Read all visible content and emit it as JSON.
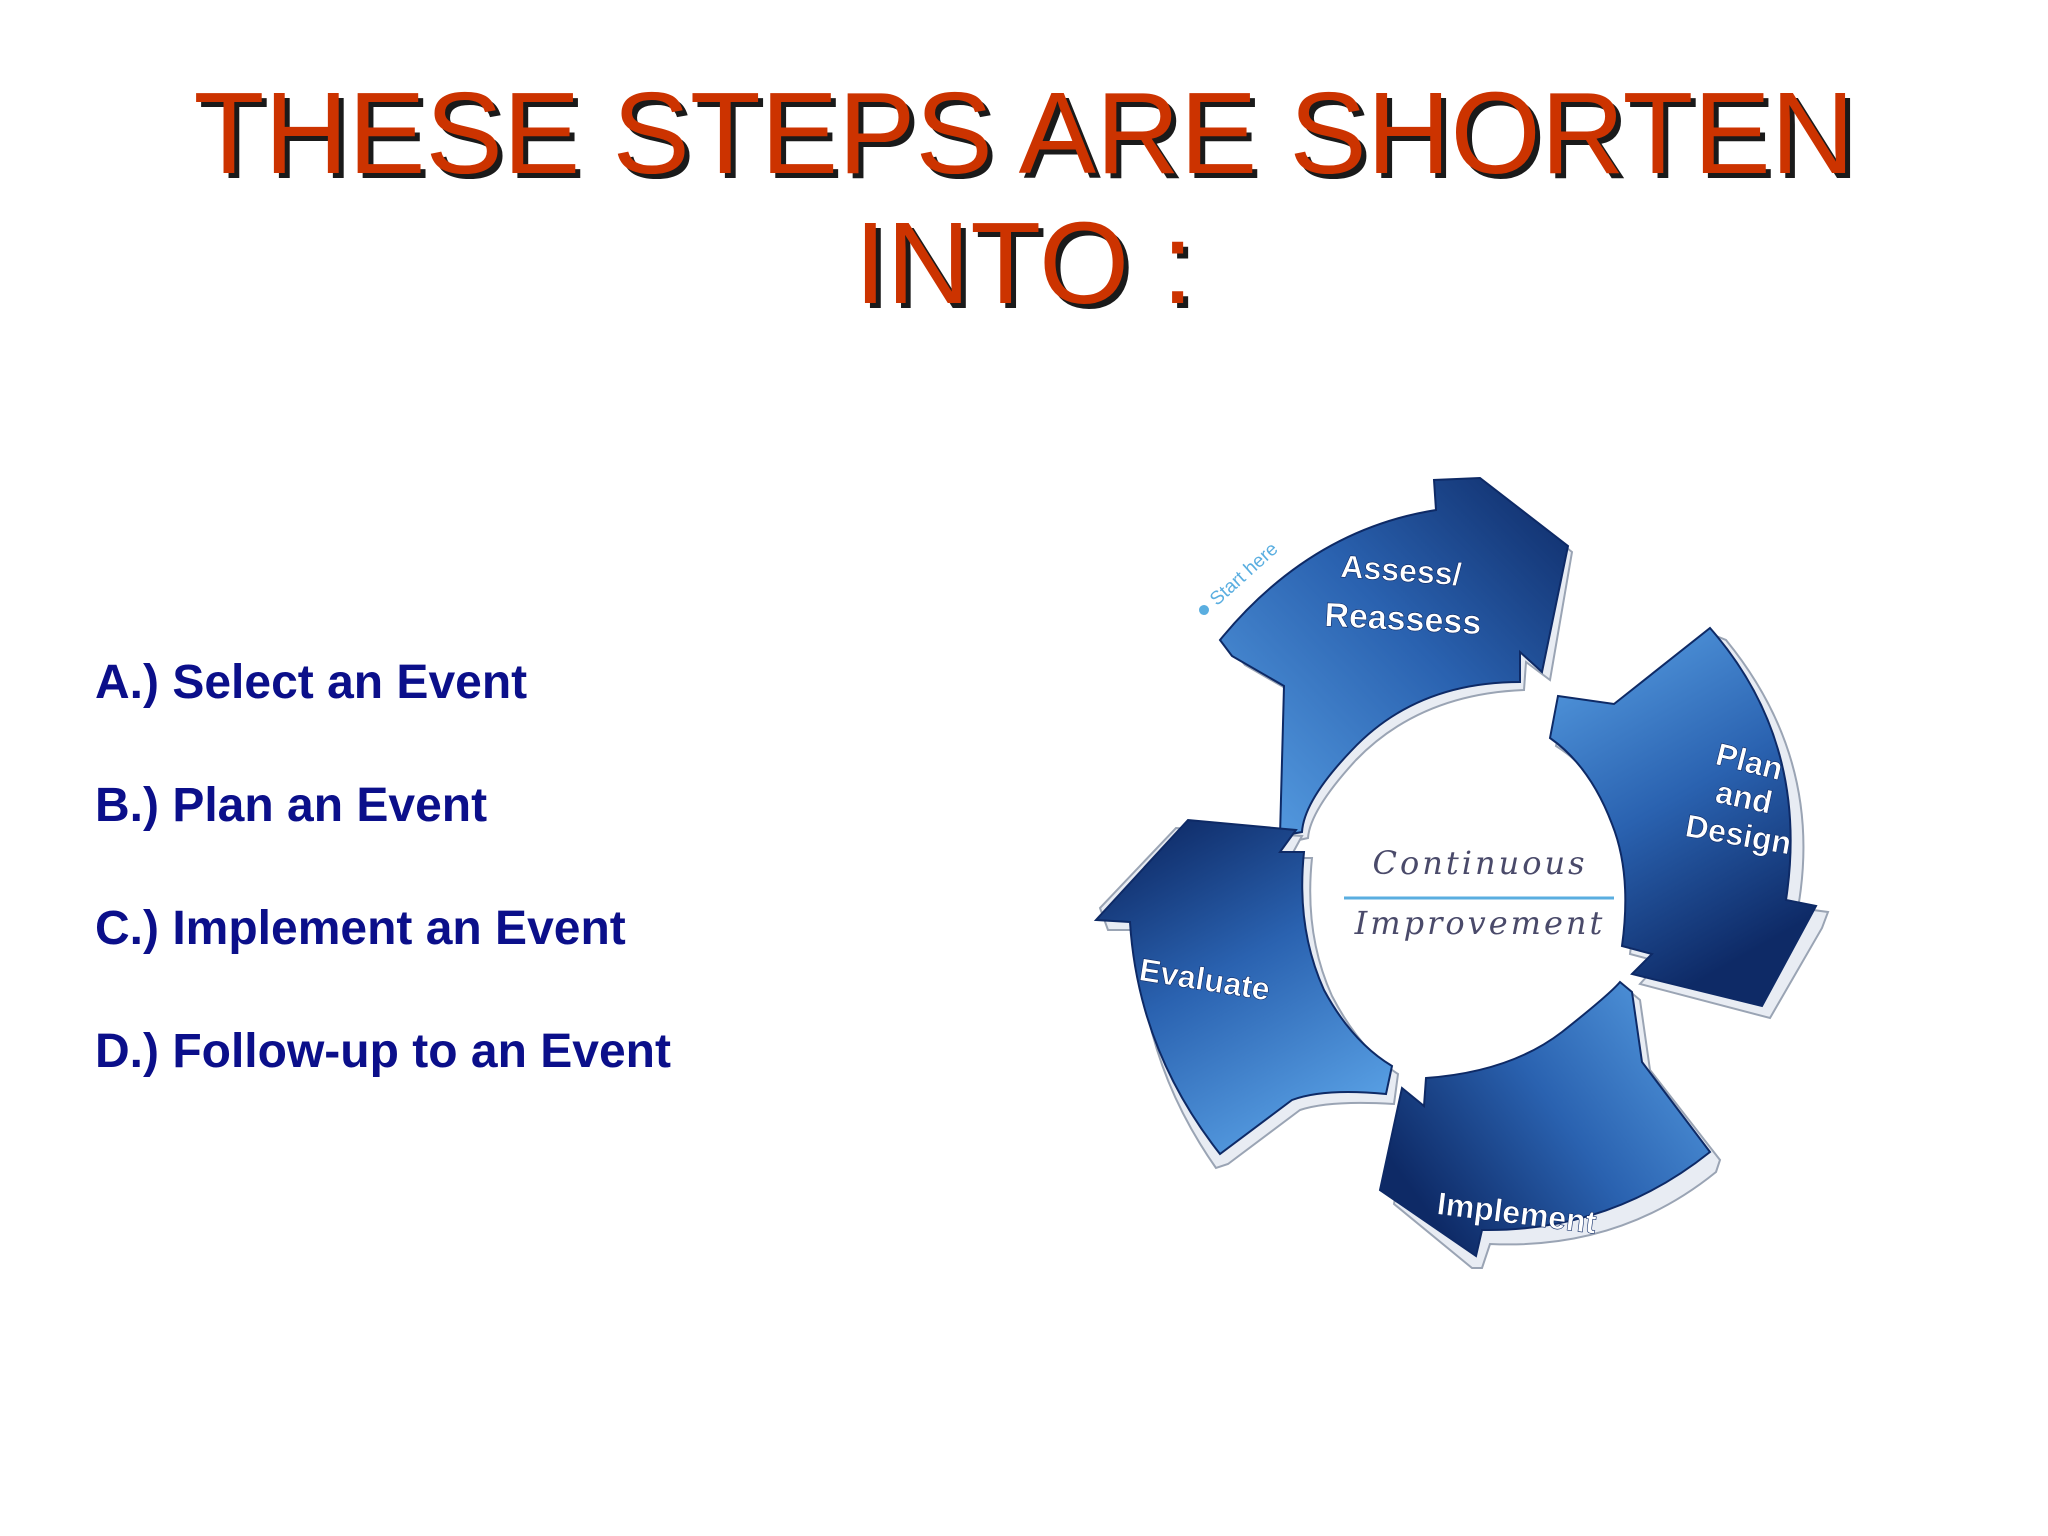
{
  "title": {
    "line1": "THESE STEPS ARE SHORTEN",
    "line2": "INTO :"
  },
  "steps": [
    "A.) Select an Event",
    "B.) Plan an Event",
    "C.) Implement an Event",
    "D.) Follow-up to an Event"
  ],
  "cycle": {
    "start_label": "Start here",
    "center_line1": "Continuous",
    "center_line2": "Improvement",
    "stages": {
      "assess_line1": "Assess/",
      "assess_line2": "Reassess",
      "plan_line1": "Plan",
      "plan_line2": "and",
      "plan_line3": "Design",
      "implement": "Implement",
      "evaluate": "Evaluate"
    }
  },
  "colors": {
    "title": "#cc3300",
    "title_shadow": "#1a1a1a",
    "steps_text": "#0b0f8a",
    "arrow_dark": "#0f2f6b",
    "arrow_light": "#4a8fd6",
    "start_label": "#5aaee0",
    "center_text": "#4a4a6a",
    "center_rule": "#5aaee0"
  }
}
